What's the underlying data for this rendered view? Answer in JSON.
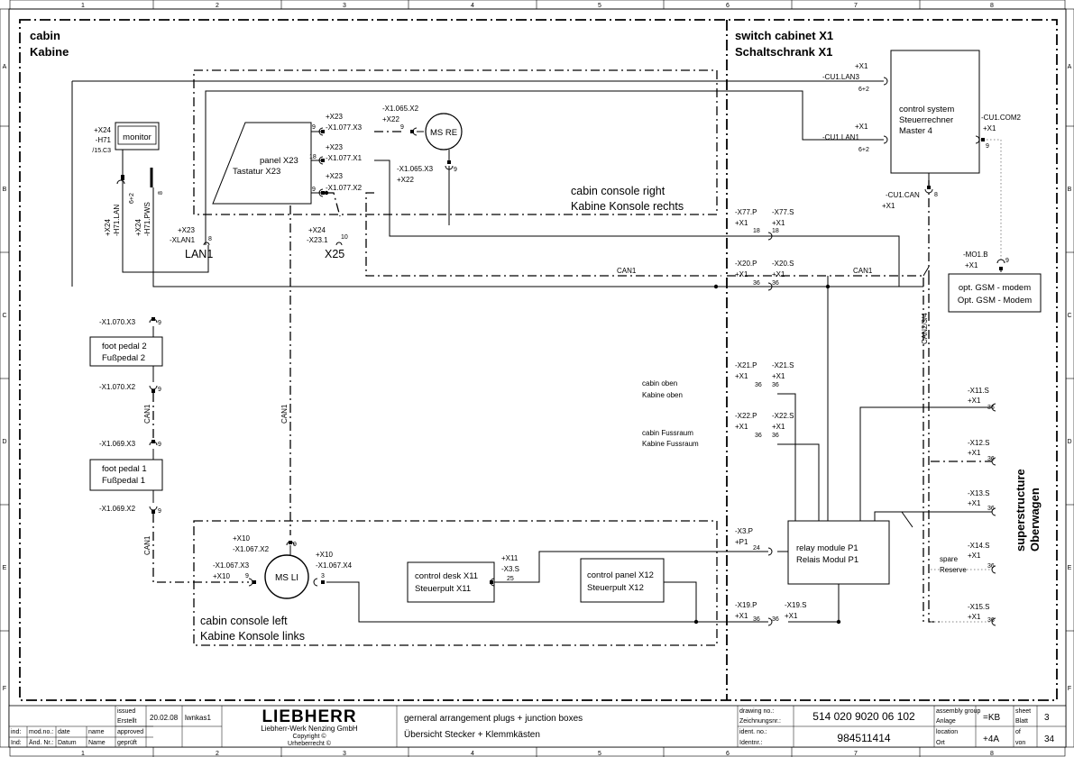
{
  "grid": {
    "cols": [
      "1",
      "2",
      "3",
      "4",
      "5",
      "6",
      "7",
      "8"
    ],
    "rows": [
      "A",
      "B",
      "C",
      "D",
      "E",
      "F"
    ]
  },
  "regions": {
    "cabin": [
      "cabin",
      "Kabine"
    ],
    "switch_cabinet": [
      "switch cabinet X1",
      "Schaltschrank X1"
    ],
    "console_right": [
      "cabin console right",
      "Kabine Konsole rechts"
    ],
    "console_left": [
      "cabin console left",
      "Kabine Konsole links"
    ],
    "superstructure": [
      "superstructure",
      "Oberwagen"
    ]
  },
  "components": {
    "monitor": "monitor",
    "monitor_ref": [
      "+X24",
      "-H71",
      "/15.C3"
    ],
    "panel": [
      "panel X23",
      "Tastatur X23"
    ],
    "ms_re": "MS RE",
    "ms_li": "MS LI",
    "control_system": [
      "control system",
      "Steuerrechner",
      "Master 4"
    ],
    "gsm": [
      "opt. GSM - modem",
      "Opt. GSM - Modem"
    ],
    "foot_pedal_2": [
      "foot pedal 2",
      "Fußpedal 2"
    ],
    "foot_pedal_1": [
      "foot pedal 1",
      "Fußpedal 1"
    ],
    "control_desk": [
      "control desk X11",
      "Steuerpult X11"
    ],
    "control_panel": [
      "control panel X12",
      "Steuerpult X12"
    ],
    "relay_module": [
      "relay module P1",
      "Relais Modul P1"
    ]
  },
  "labels": {
    "lan1": "LAN1",
    "x25": "X25",
    "can1": "CAN1",
    "can234": "CAN2/3/4",
    "cabin_oben": [
      "cabin oben",
      "Kabine oben"
    ],
    "cabin_fussraum": [
      "cabin Fussraum",
      "Kabine Fussraum"
    ],
    "spare": [
      "spare",
      "Reserve"
    ],
    "plus_x1": "+X1",
    "plus_x23": "+X23",
    "plus_x22": "+X22",
    "plus_x24": "+X24",
    "plus_x10": "+X10",
    "plus_x11": "+X11",
    "plus_p1": "+P1",
    "x1_077_x3": "-X1.077.X3",
    "x1_077_x1": "-X1.077.X1",
    "x1_077_x2": "-X1.077.X2",
    "x1_065_x2": "-X1.065.X2",
    "x1_065_x3": "-X1.065.X3",
    "xlan1": "-XLAN1",
    "x23_1": "-X23.1",
    "h71_lan": "-H71.LAN",
    "h71_pws": "-H71.PWS",
    "cu1_lan3": "-CU1.LAN3",
    "cu1_lan1": "-CU1.LAN1",
    "cu1_com2": "-CU1.COM2",
    "cu1_can": "-CU1.CAN",
    "mo1_b": "-MO1.B",
    "x77_p": "-X77.P",
    "x77_s": "-X77.S",
    "x20_p": "-X20.P",
    "x20_s": "-X20.S",
    "x21_p": "-X21.P",
    "x21_s": "-X21.S",
    "x22_p": "-X22.P",
    "x22_s": "-X22.S",
    "x3_p": "-X3.P",
    "x3_s": "-X3.S",
    "x19_p": "-X19.P",
    "x19_s": "-X19.S",
    "x11_s": "-X11.S",
    "x12_s": "-X12.S",
    "x13_s": "-X13.S",
    "x14_s": "-X14.S",
    "x15_s": "-X15.S",
    "x1_070_x3": "-X1.070.X3",
    "x1_070_x2": "-X1.070.X2",
    "x1_069_x3": "-X1.069.X3",
    "x1_069_x2": "-X1.069.X2",
    "x1_067_x3": "-X1.067.X3",
    "x1_067_x2": "-X1.067.X2",
    "x1_067_x4": "-X1.067.X4",
    "n9": "9",
    "n8": "8",
    "n18": "18",
    "n10": "10",
    "n36": "36",
    "n24": "24",
    "n25": "25",
    "n3": "3",
    "n62": "6+2"
  },
  "title_block": {
    "ind": "ind:",
    "ind2": "Ind:",
    "mod_no": "mod.no.:",
    "and_nr": "Änd. Nr.:",
    "date": "date",
    "datum": "Datum",
    "name": "name",
    "name2": "Name",
    "issued": "issued",
    "erstellt": "Erstellt",
    "approved": "approved",
    "geprueft": "geprüft",
    "issue_date": "20.02.08",
    "issue_name": "lwnkas1",
    "brand": "LIEBHERR",
    "company": "Liebherr-Werk Nenzing GmbH",
    "copyright": "Copyright ©",
    "urheberrecht": "Urheberrecht ©",
    "title_en": "gerneral arrangement plugs + junction boxes",
    "title_de": "Übersicht Stecker + Klemmkästen",
    "drawing_no_label": "drawing no.:",
    "zeichnungsnr": "Zeichnungsnr.:",
    "drawing_no": "514 020 9020 06 102",
    "ident_no_label": "ident. no.:",
    "identnr": "Identnr.:",
    "ident_no": "984511414",
    "assembly_group": "assembly group",
    "anlage": "Anlage",
    "assembly_value": "=KB",
    "location": "location",
    "ort": "Ort",
    "location_value": "+4A",
    "sheet": "sheet",
    "blatt": "Blatt",
    "sheet_value": "3",
    "of": "of",
    "von": "von",
    "of_value": "34"
  }
}
